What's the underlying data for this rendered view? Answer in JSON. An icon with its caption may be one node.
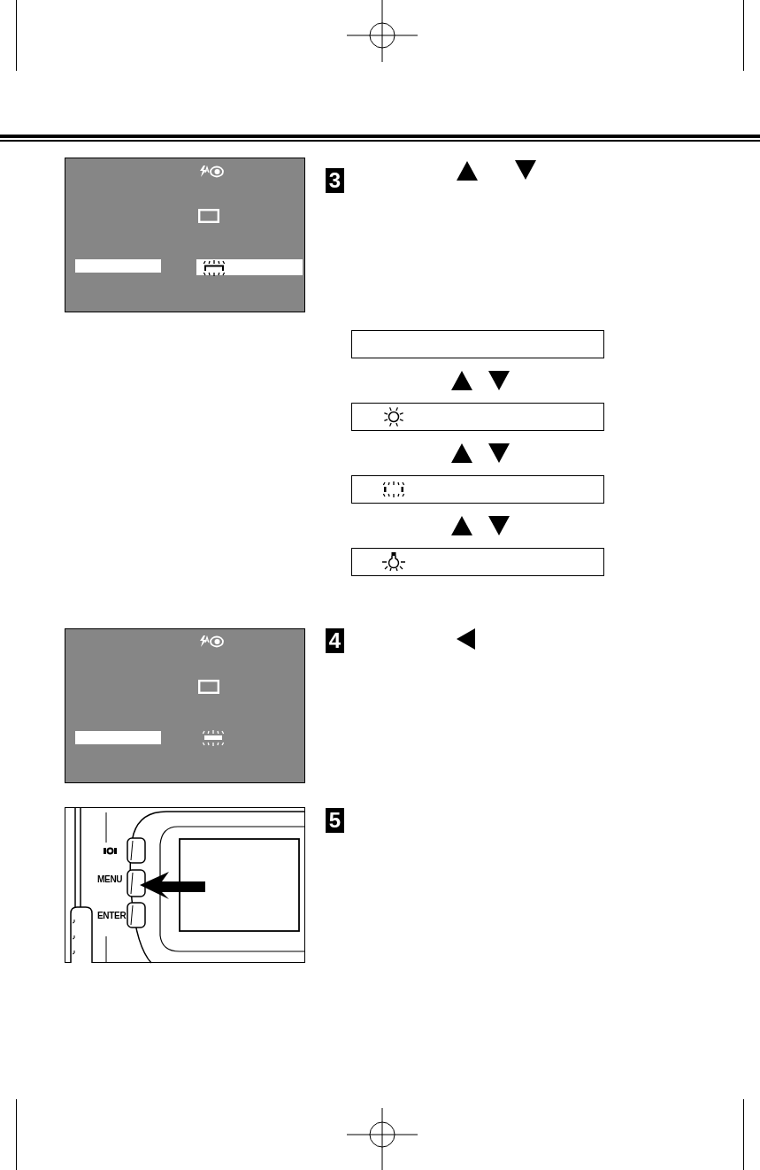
{
  "diagram": {
    "nodes": [
      {
        "text": [],
        "shape": "box"
      },
      {
        "text": [],
        "shape": "box"
      },
      {
        "text": [],
        "shape": "box"
      },
      {
        "text": [],
        "shape": "box"
      }
    ],
    "edges": [
      {
        "from": 1,
        "to": 0,
        "arrow": "to"
      },
      {
        "from": 0,
        "to": 1,
        "arrow": "to"
      },
      {
        "from": 2,
        "to": 1,
        "arrow": "to"
      },
      {
        "from": 1,
        "to": 2,
        "arrow": "to"
      },
      {
        "from": 3,
        "to": 2,
        "arrow": "to"
      },
      {
        "from": 2,
        "to": 3,
        "arrow": "to"
      }
    ],
    "labels": [
      "3",
      "4",
      "5",
      "MENU",
      "ENTER"
    ]
  }
}
